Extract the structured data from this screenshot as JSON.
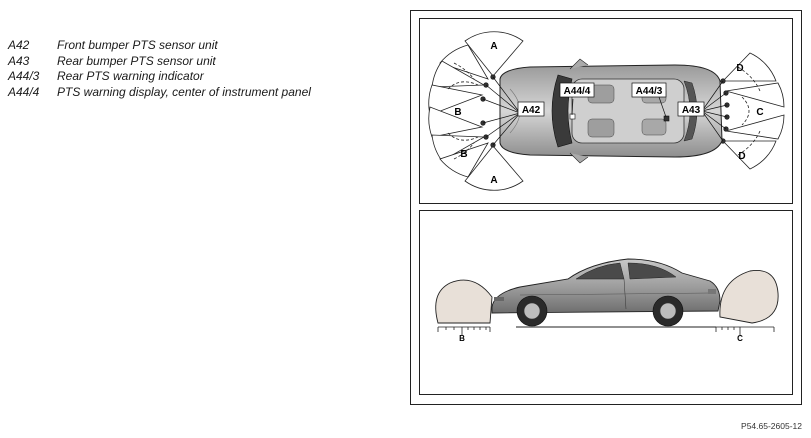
{
  "legend": [
    {
      "code": "A42",
      "description": "Front bumper PTS sensor unit"
    },
    {
      "code": "A43",
      "description": "Rear bumper PTS sensor unit"
    },
    {
      "code": "A44/3",
      "description": "Rear PTS warning indicator"
    },
    {
      "code": "A44/4",
      "description": "PTS warning display, center of instrument panel"
    }
  ],
  "top_view": {
    "callouts": {
      "a42": "A42",
      "a43": "A43",
      "a44_3": "A44/3",
      "a44_4": "A44/4"
    },
    "zones": {
      "a": "A",
      "b": "B",
      "c": "C",
      "d": "D"
    }
  },
  "side_view": {
    "zones": {
      "b": "B",
      "c": "C"
    }
  },
  "figure_ref": "P54.65-2605-12"
}
